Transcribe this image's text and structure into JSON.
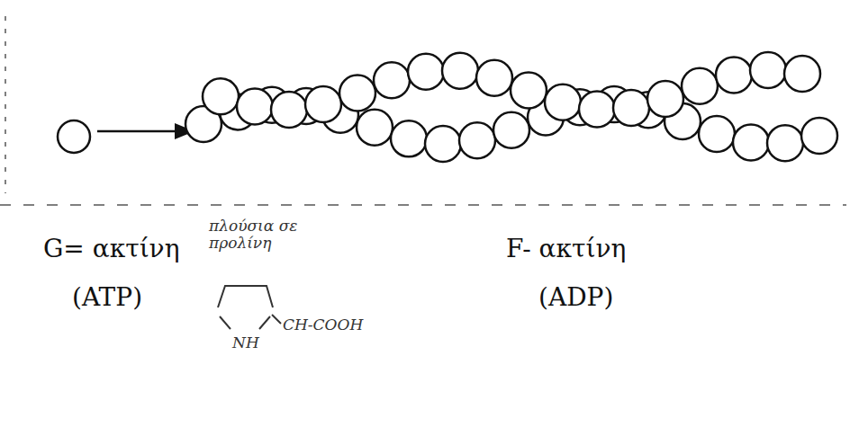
{
  "diagram": {
    "labels": [
      "G= ακτίνη",
      "πλούσια σε προλίνη",
      "F- ακτίνη",
      "(ATP)",
      "(ADP)",
      "CH-COOH",
      "NH"
    ]
  }
}
